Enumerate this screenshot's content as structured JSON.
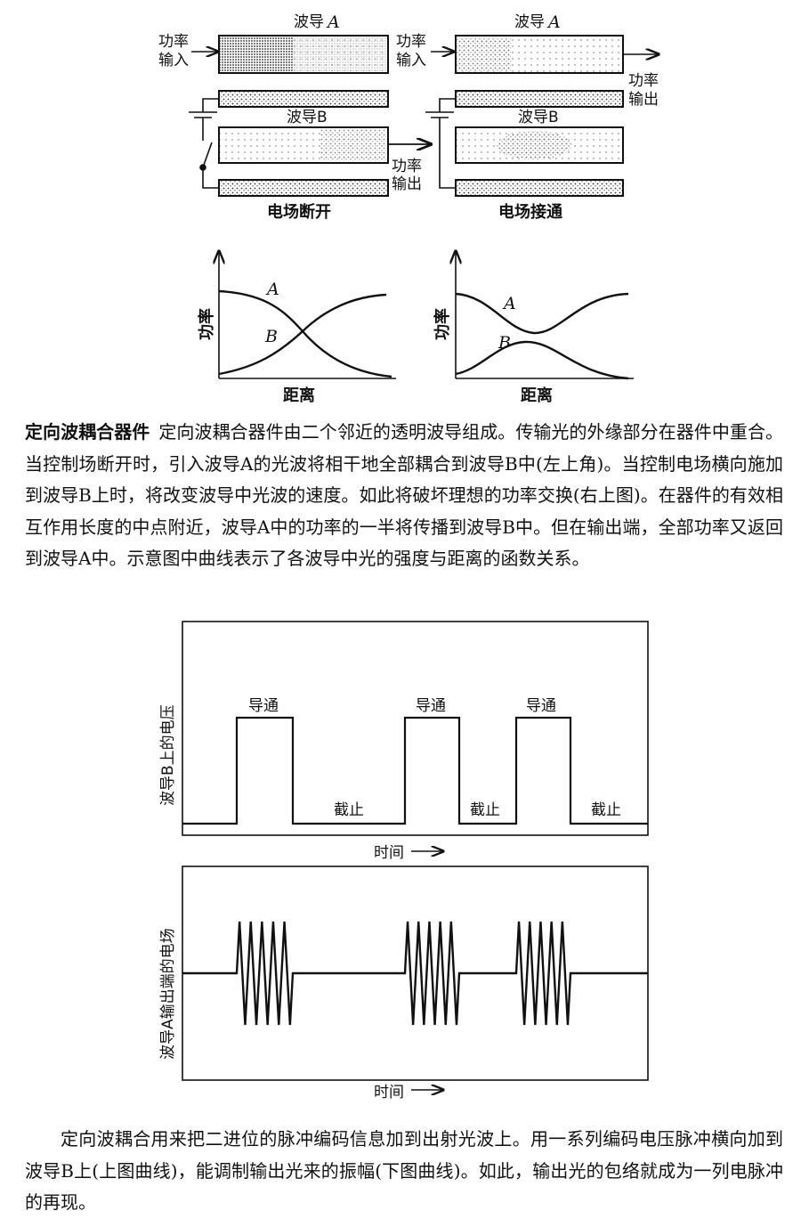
{
  "figure_top": {
    "left_panel": {
      "waveguide_a_label": "波导",
      "waveguide_a_letter": "A",
      "input_label_1": "功率",
      "input_label_2": "输入",
      "waveguide_b_label": "波导B",
      "output_label_1": "功率",
      "output_label_2": "输出",
      "caption": "电场断开"
    },
    "right_panel": {
      "waveguide_a_label": "波导",
      "waveguide_a_letter": "A",
      "input_label_1": "功率",
      "input_label_2": "输入",
      "output_label_1": "功率",
      "output_label_2": "输出",
      "waveguide_b_label": "波导B",
      "caption": "电场接通"
    },
    "graph_left": {
      "ylabel": "功率",
      "xlabel": "距离",
      "curve_a": "A",
      "curve_b": "B"
    },
    "graph_right": {
      "ylabel": "功率",
      "xlabel": "距离",
      "curve_a": "A",
      "curve_b": "B"
    }
  },
  "paragraph_1": {
    "title": "定向波耦合器件",
    "text": "定向波耦合器件由二个邻近的透明波导组成。传输光的外缘部分在器件中重合。当控制场断开时，引入波导A的光波将相干地全部耦合到波导B中(左上角)。当控制电场横向施加到波导B上时，将改变波导中光波的速度。如此将破坏理想的功率交换(右上图)。在器件的有效相互作用长度的中点附近，波导A中的功率的一半将传播到波导B中。但在输出端，全部功率又返回到波导A中。示意图中曲线表示了各波导中光的强度与距离的函数关系。"
  },
  "figure_bottom": {
    "top_chart": {
      "ylabel": "波导B上的电压",
      "xlabel": "时间",
      "on_labels": [
        "导通",
        "导通",
        "导通"
      ],
      "off_labels": [
        "截止",
        "截止",
        "截止"
      ]
    },
    "bottom_chart": {
      "ylabel": "波导A输出端的电场",
      "xlabel": "时间"
    }
  },
  "paragraph_2": {
    "text": "定向波耦合用来把二进位的脉冲编码信息加到出射光波上。用一系列编码电压脉冲横向加到波导B上(上图曲线)，能调制输出光来的振幅(下图曲线)。如此，输出光的包络就成为一列电脉冲的再现。"
  }
}
